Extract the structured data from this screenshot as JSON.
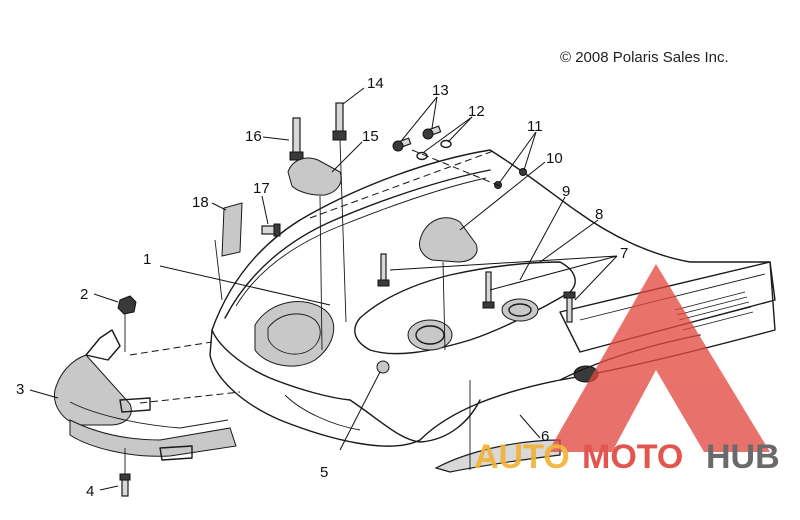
{
  "copyright": "© 2008 Polaris Sales Inc.",
  "callouts": [
    {
      "id": "1",
      "label": "1"
    },
    {
      "id": "2",
      "label": "2"
    },
    {
      "id": "3",
      "label": "3"
    },
    {
      "id": "4",
      "label": "4"
    },
    {
      "id": "5",
      "label": "5"
    },
    {
      "id": "6",
      "label": "6"
    },
    {
      "id": "7",
      "label": "7"
    },
    {
      "id": "8",
      "label": "8"
    },
    {
      "id": "9",
      "label": "9"
    },
    {
      "id": "10",
      "label": "10"
    },
    {
      "id": "11",
      "label": "11"
    },
    {
      "id": "12",
      "label": "12"
    },
    {
      "id": "13",
      "label": "13"
    },
    {
      "id": "14",
      "label": "14"
    },
    {
      "id": "15",
      "label": "15"
    },
    {
      "id": "16",
      "label": "16"
    },
    {
      "id": "17",
      "label": "17"
    },
    {
      "id": "18",
      "label": "18"
    }
  ],
  "watermark": {
    "part1": "AUTO",
    "part2": "MOTO",
    "part3": "HUB",
    "color_part1": "#f2b233",
    "color_part2": "#e0433c",
    "color_part3": "#5a5a5a",
    "triangle_color": "#e2463e"
  }
}
